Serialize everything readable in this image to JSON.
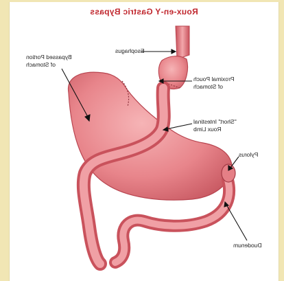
{
  "title": "Roux-en-Y Gastric Bypass",
  "labels": {
    "esophagus": "Esophagus",
    "proximal_pouch": [
      "Proximal Pouch",
      "of Stomach"
    ],
    "bypassed_portion": [
      "Bypassed Portion",
      "of Stomach"
    ],
    "roux_limb": [
      "\"Short\" Intestinal",
      "Roux Limb"
    ],
    "pylorus": "Pylorus",
    "duodenum": "Duodenum"
  },
  "colors": {
    "title": "#c0262d",
    "tissue": "#e57f86",
    "tissue_dark": "#c9525c",
    "background": "#f1e6b4"
  }
}
